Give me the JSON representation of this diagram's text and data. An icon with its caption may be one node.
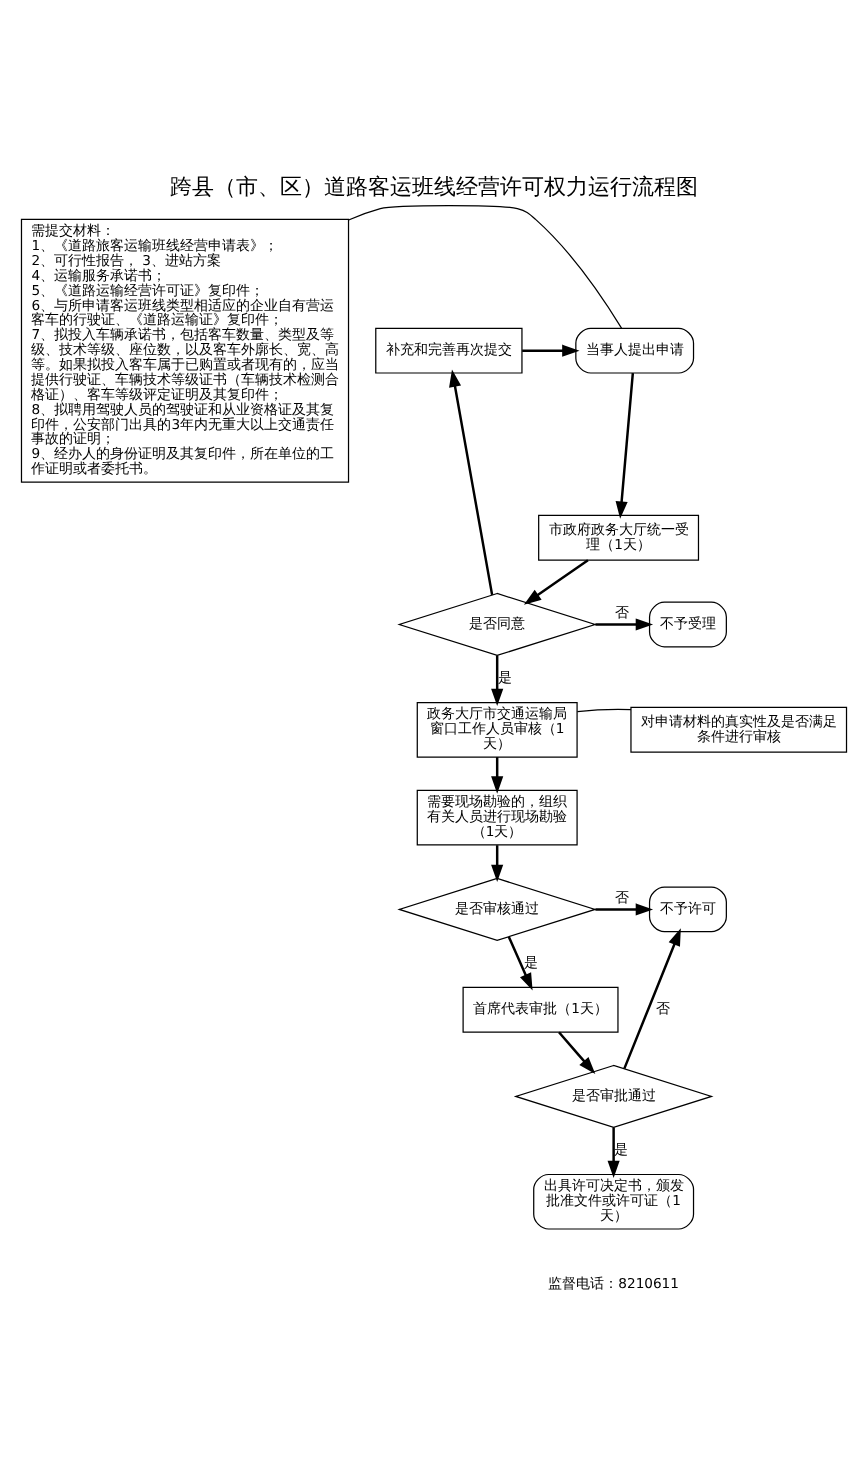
{
  "diagram": {
    "title": "跨县（市、区）道路客运班线经营许可权力运行流程图",
    "nodes": [
      {
        "text": [
          "需提交材料：",
          "1、《道路旅客运输班线经营申请表》；",
          "2、可行性报告， 3、进站方案",
          "4、运输服务承诺书；",
          "5、《道路运输经营许可证》复印件；",
          "6、与所申请客运班线类型相适应的企业自有营运客车的行驶证、《道路运输证》复印件；",
          "7、拟投入车辆承诺书，包括客车数量、类型及等级、技术等级、座位数，以及客车外廓长、宽、高等。如果拟投入客车属于已购置或者现有的，应当提供行驶证、车辆技术等级证书（车辆技术检测合格证）、客车等级评定证明及其复印件；",
          "8、拟聘用驾驶人员的驾驶证和从业资格证及其复印件，公安部门出具的3年内无重大以上交通责任事故的证明；",
          "9、经办人的身份证明及其复印件，所在单位的工作证明或者委托书。"
        ]
      },
      {
        "text": [
          "当事人提出申请"
        ]
      },
      {
        "text": [
          "补充和完善再次提交"
        ]
      },
      {
        "text": [
          "市政府政务大厅统一受理（1天）"
        ]
      },
      {
        "text": [
          "是否同意"
        ]
      },
      {
        "text": [
          "不予受理"
        ]
      },
      {
        "text": [
          "政务大厅市交通运输局窗口工作人员审核（1天）"
        ]
      },
      {
        "text": [
          "对申请材料的真实性及是否满足条件进行审核"
        ]
      },
      {
        "text": [
          "需要现场勘验的，组织有关人员进行现场勘验（1天）"
        ]
      },
      {
        "text": [
          "是否审核通过"
        ]
      },
      {
        "text": [
          "不予许可"
        ]
      },
      {
        "text": [
          "首席代表审批（1天）"
        ]
      },
      {
        "text": [
          "是否审批通过"
        ]
      },
      {
        "text": [
          "出具许可决定书，颁发批准文件或许可证（1天）"
        ]
      }
    ],
    "edges": [
      {
        "from": 0,
        "to": 1,
        "arrow": "none"
      },
      {
        "from": 2,
        "to": 1,
        "arrow": "to"
      },
      {
        "from": 1,
        "to": 3,
        "arrow": "to"
      },
      {
        "from": 3,
        "to": 4,
        "arrow": "to"
      },
      {
        "from": 4,
        "to": 5,
        "arrow": "to",
        "label": "否"
      },
      {
        "from": 4,
        "to": 2,
        "arrow": "to"
      },
      {
        "from": 4,
        "to": 6,
        "arrow": "to",
        "label": "是"
      },
      {
        "from": 7,
        "to": 6,
        "arrow": "none"
      },
      {
        "from": 6,
        "to": 8,
        "arrow": "to"
      },
      {
        "from": 8,
        "to": 9,
        "arrow": "to"
      },
      {
        "from": 9,
        "to": 10,
        "arrow": "to",
        "label": "否"
      },
      {
        "from": 9,
        "to": 11,
        "arrow": "to",
        "label": "是"
      },
      {
        "from": 11,
        "to": 12,
        "arrow": "to"
      },
      {
        "from": 12,
        "to": 10,
        "arrow": "to",
        "label": "否"
      },
      {
        "from": 12,
        "to": 13,
        "arrow": "to",
        "label": "是"
      }
    ],
    "labels": [
      "监督电话：8210611"
    ]
  }
}
